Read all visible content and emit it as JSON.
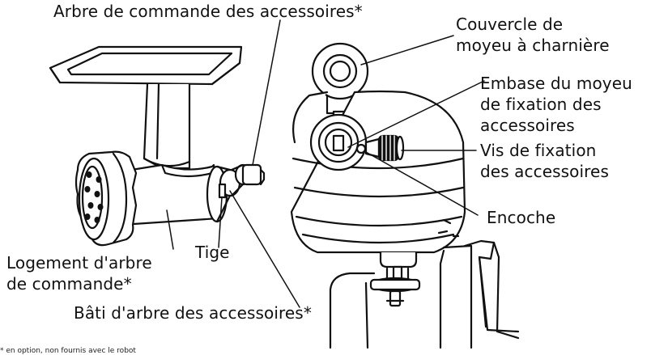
{
  "labels": {
    "drive_shaft": "Arbre de commande des accessoires*",
    "hub_cover_line1": "Couvercle de",
    "hub_cover_line2": "moyeu à charnière",
    "hub_socket_line1": "Embase du moyeu",
    "hub_socket_line2": "de fixation des",
    "hub_socket_line3": "accessoires",
    "knob_line1": "Vis de fixation",
    "knob_line2": "des accessoires",
    "notch": "Encoche",
    "pin": "Tige",
    "housing_line1": "Logement d'arbre",
    "housing_line2": "de commande*",
    "frame": "Bâti d'arbre des accessoires*"
  },
  "footnote": "* en option, non fournis avec le robot"
}
